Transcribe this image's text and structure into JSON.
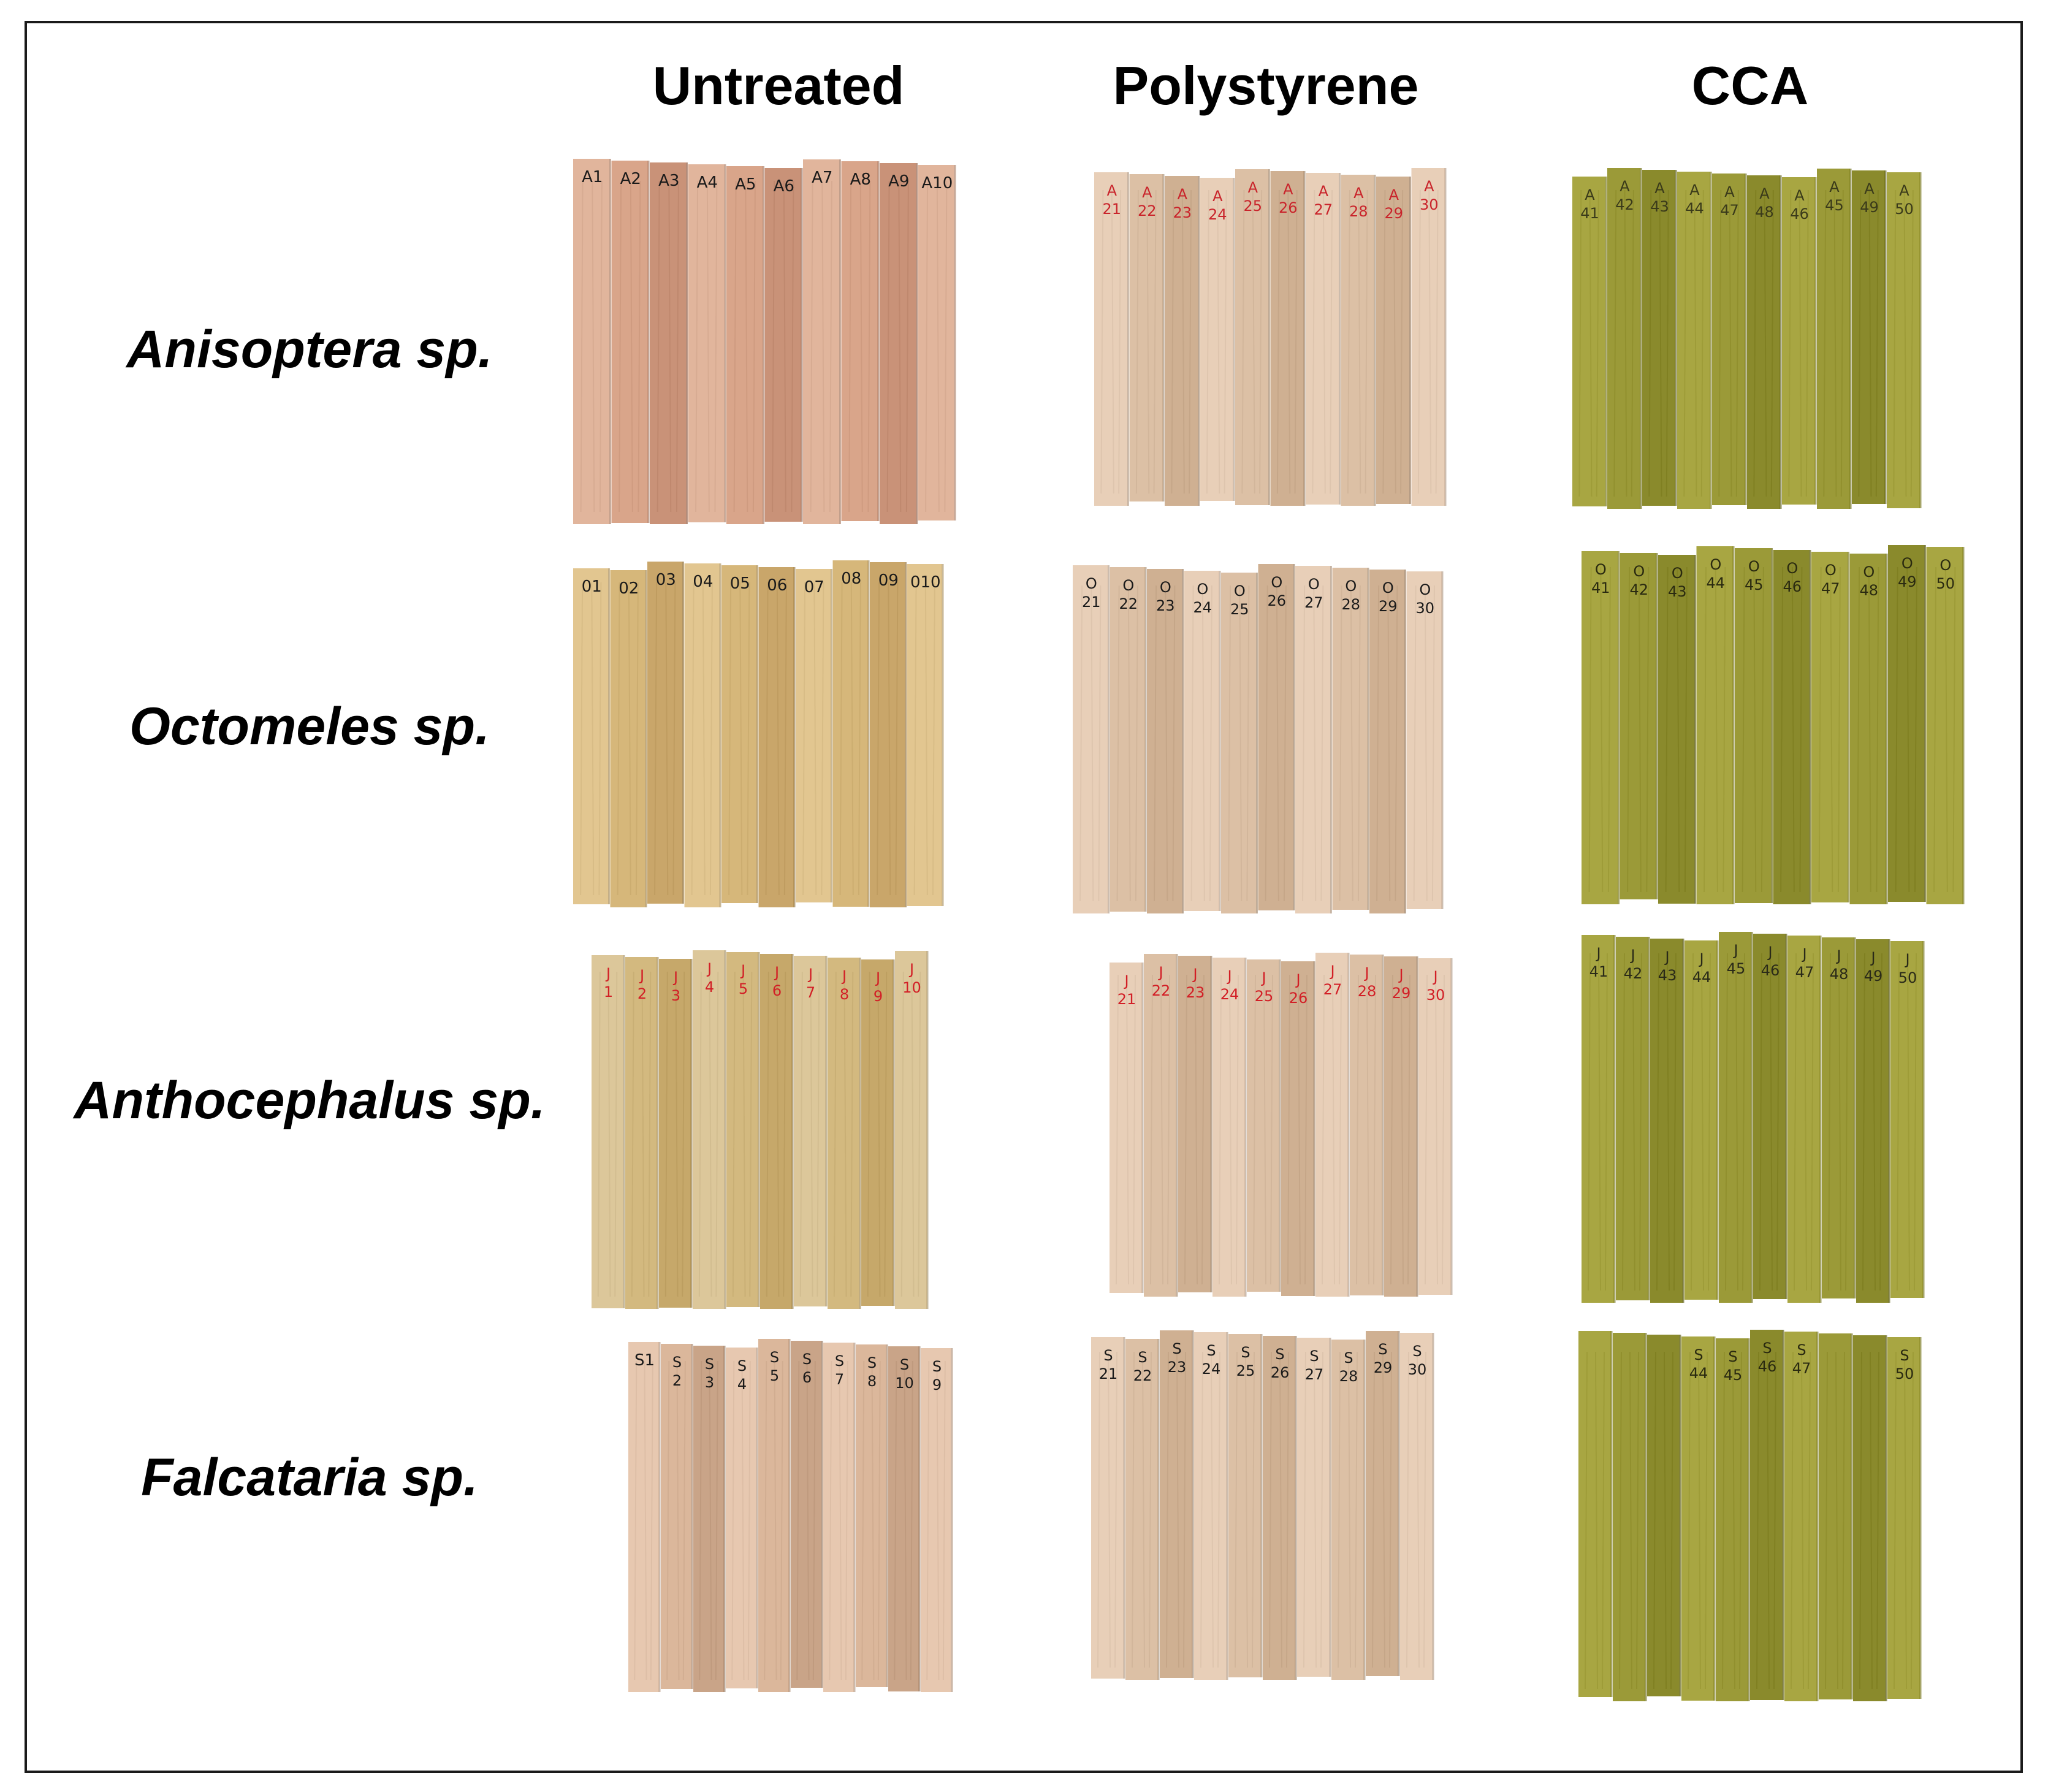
{
  "columns": [
    "Untreated",
    "Polystyrene",
    "CCA"
  ],
  "rows": [
    {
      "label": "Anisoptera sp.",
      "panels": [
        {
          "tags": [
            "A1",
            "A2",
            "A3",
            "A4",
            "A5",
            "A6",
            "A7",
            "A8",
            "A9",
            "A10"
          ],
          "ink": "#1a1a1a"
        },
        {
          "tags": [
            "A 21",
            "A 22",
            "A 23",
            "A 24",
            "A 25",
            "A 26",
            "A 27",
            "A 28",
            "A 29",
            "A 30"
          ],
          "ink": "#c9242b"
        },
        {
          "tags": [
            "A 41",
            "A 42",
            "A 43",
            "A 44",
            "A 47",
            "A 48",
            "A 46",
            "A 45",
            "A 49",
            "A 50"
          ],
          "ink": "#3a3a1a"
        }
      ]
    },
    {
      "label": "Octomeles sp.",
      "panels": [
        {
          "tags": [
            "01",
            "02",
            "03",
            "04",
            "05",
            "06",
            "07",
            "08",
            "09",
            "010"
          ],
          "ink": "#1a1a1a"
        },
        {
          "tags": [
            "O 21",
            "O 22",
            "O 23",
            "O 24",
            "O 25",
            "O 26",
            "O 27",
            "O 28",
            "O 29",
            "O 30"
          ],
          "ink": "#1a1a1a"
        },
        {
          "tags": [
            "O 41",
            "O 42",
            "O 43",
            "O 44",
            "O 45",
            "O 46",
            "O 47",
            "O 48",
            "O 49",
            "O 50"
          ],
          "ink": "#2a2a10"
        }
      ]
    },
    {
      "label": "Anthocephalus sp.",
      "panels": [
        {
          "tags": [
            "J 1",
            "J 2",
            "J 3",
            "J 4",
            "J 5",
            "J 6",
            "J 7",
            "J 8",
            "J 9",
            "J 10"
          ],
          "ink": "#d21f26"
        },
        {
          "tags": [
            "J 21",
            "J 22",
            "J 23",
            "J 24",
            "J 25",
            "J 26",
            "J 27",
            "J 28",
            "J 29",
            "J 30"
          ],
          "ink": "#d21f26"
        },
        {
          "tags": [
            "J 41",
            "J 42",
            "J 43",
            "J 44",
            "J 45",
            "J 46",
            "J 47",
            "J 48",
            "J 49",
            "J 50"
          ],
          "ink": "#2a2a18"
        }
      ]
    },
    {
      "label": "Falcataria sp.",
      "panels": [
        {
          "tags": [
            "S1",
            "S 2",
            "S 3",
            "S 4",
            "S 5",
            "S 6",
            "S 7",
            "S 8",
            "S 10",
            "S 9"
          ],
          "ink": "#1a1a1a"
        },
        {
          "tags": [
            "S 21",
            "S 22",
            "S 23",
            "S 24",
            "S 25",
            "S 26",
            "S 27",
            "S 28",
            "S 29",
            "S 30"
          ],
          "ink": "#1a1a1a"
        },
        {
          "tags": [
            "",
            "",
            "",
            "S 44",
            "S 45",
            "S 46",
            "S 47",
            "",
            "",
            "S 50"
          ],
          "ink": "#2a2a10"
        }
      ]
    }
  ],
  "palette": {
    "Anisoptera sp.": [
      "#e1b59c",
      "#d9a58a",
      "#c99278"
    ],
    "Octomeles sp.": [
      "#e2c690",
      "#d6b77a",
      "#c9a66a"
    ],
    "Anthocephalus sp.": [
      "#dcc79a",
      "#d3b97f",
      "#c6a86a"
    ],
    "Falcataria sp.": [
      "#e7c8b0",
      "#dbb79b",
      "#c9a488"
    ],
    "Polystyrene": [
      "#e8cfb8",
      "#dcc0a5",
      "#cfb092"
    ],
    "CCA": [
      "#a8a642",
      "#9b9a38",
      "#8a8a2c"
    ]
  }
}
